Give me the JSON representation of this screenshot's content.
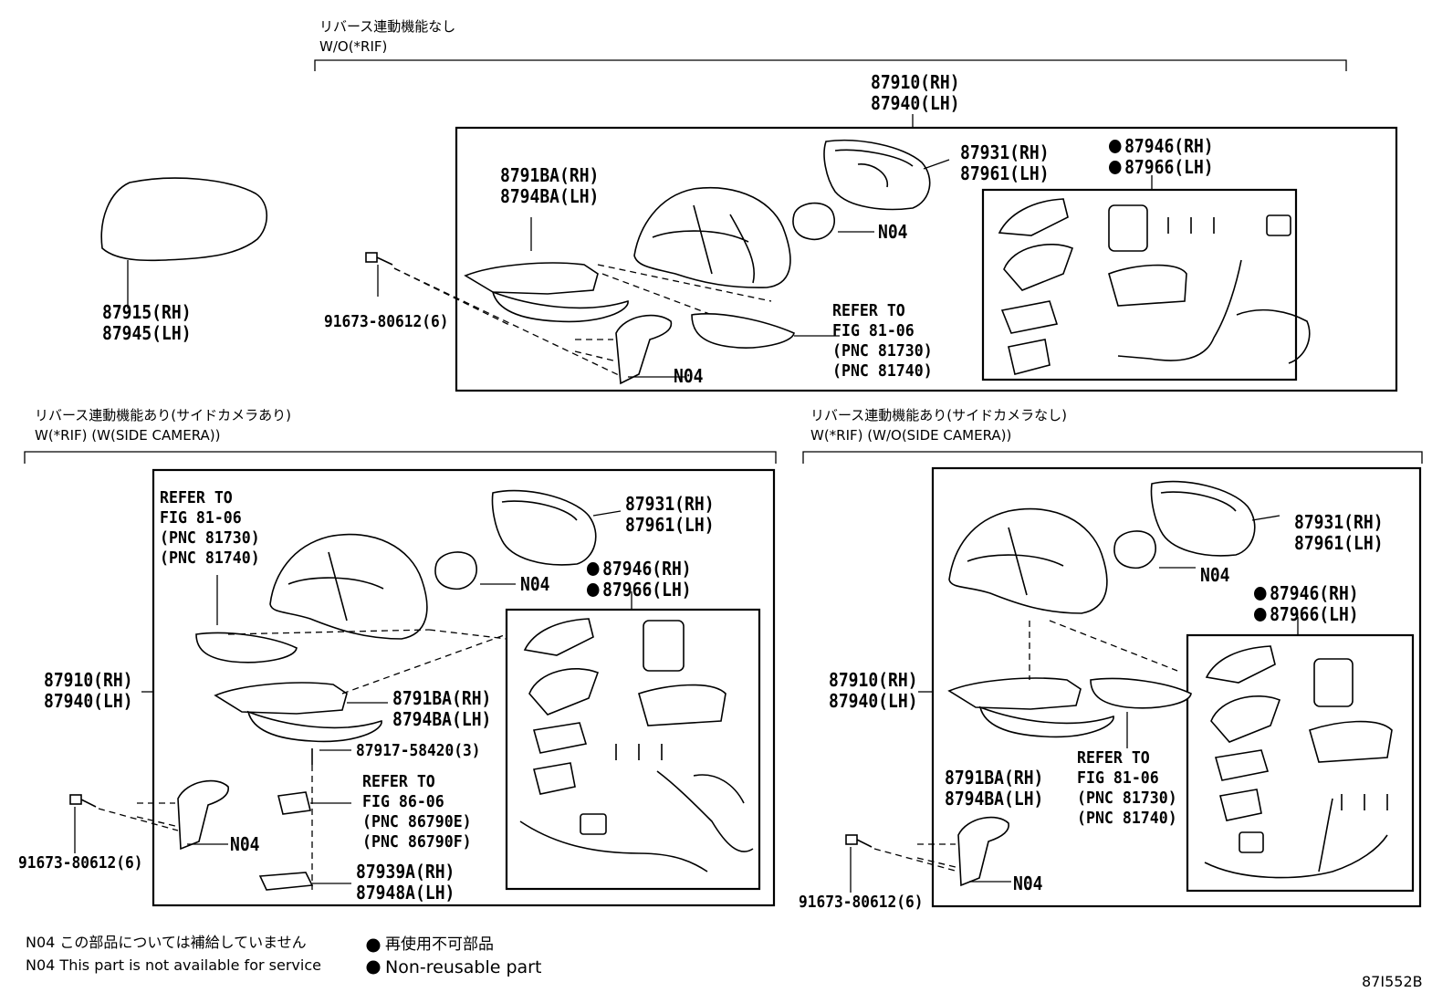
{
  "sections": {
    "top": {
      "title_jp": "リバース連動機能なし",
      "title_en": "W/O(*RIF)"
    },
    "bottom_left": {
      "title_jp": "リバース連動機能あり(サイドカメラあり)",
      "title_en": "W(*RIF) (W(SIDE CAMERA))"
    },
    "bottom_right": {
      "title_jp": "リバース連動機能あり(サイドカメラなし)",
      "title_en": "W(*RIF) (W/O(SIDE CAMERA))"
    }
  },
  "labels": {
    "cover": {
      "rh": "87915(RH)",
      "lh": "87945(LH)"
    },
    "assy_top": {
      "rh": "87910(RH)",
      "lh": "87940(LH)"
    },
    "assy_bl": {
      "rh": "87910(RH)",
      "lh": "87940(LH)"
    },
    "assy_br": {
      "rh": "87910(RH)",
      "lh": "87940(LH)"
    },
    "mirror_top": {
      "rh": "87931(RH)",
      "lh": "87961(LH)"
    },
    "mirror_bl": {
      "rh": "87931(RH)",
      "lh": "87961(LH)"
    },
    "mirror_br": {
      "rh": "87931(RH)",
      "lh": "87961(LH)"
    },
    "kit_top": {
      "rh": "87946(RH)",
      "lh": "87966(LH)"
    },
    "kit_bl": {
      "rh": "87946(RH)",
      "lh": "87966(LH)"
    },
    "kit_br": {
      "rh": "87946(RH)",
      "lh": "87966(LH)"
    },
    "bracket_top": {
      "rh": "8791BA(RH)",
      "lh": "8794BA(LH)"
    },
    "bracket_bl": {
      "rh": "8791BA(RH)",
      "lh": "8794BA(LH)"
    },
    "bracket_br": {
      "rh": "8791BA(RH)",
      "lh": "8794BA(LH)"
    },
    "bolt_top": "91673-80612(6)",
    "bolt_bl": "91673-80612(6)",
    "bolt_br": "91673-80612(6)",
    "screw_bl": "87917-58420(3)",
    "cover_bl": {
      "rh": "87939A(RH)",
      "lh": "87948A(LH)"
    },
    "n04": "N04",
    "refer_lamp": [
      "REFER TO",
      "FIG 81-06",
      "(PNC 81730)",
      "(PNC 81740)"
    ],
    "refer_camera": [
      "REFER TO",
      "FIG 86-06",
      "(PNC 86790E)",
      "(PNC 86790F)"
    ]
  },
  "legend": {
    "n04_jp": "N04 この部品については補給していません",
    "n04_en": "N04 This part is not available for service",
    "nonreuse_jp": "再使用不可部品",
    "nonreuse_en": "Non-reusable part"
  },
  "figure_id": "87I552B"
}
